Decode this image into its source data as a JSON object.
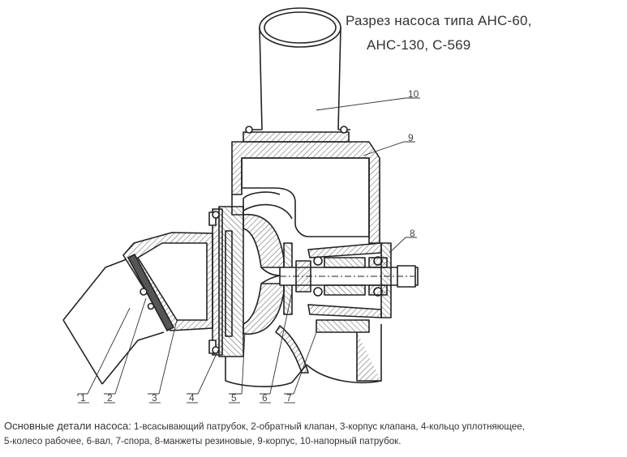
{
  "title": {
    "line1": "Разрез насоса типа АНС-60,",
    "line2": "АНС-130, С-569"
  },
  "part_numbers": [
    "1",
    "2",
    "3",
    "4",
    "5",
    "6",
    "7",
    "8",
    "9",
    "10"
  ],
  "caption": {
    "lead": "Основные детали насоса:",
    "line1_rest": "1-всасывающий патрубок, 2-обратный клапан, 3-корпус клапана, 4-кольцо уплотняющее,",
    "line2": "5-колесо рабочее, 6-вал, 7-спора, 8-манжеты резиновые, 9-корпус, 10-напорный патрубок."
  }
}
